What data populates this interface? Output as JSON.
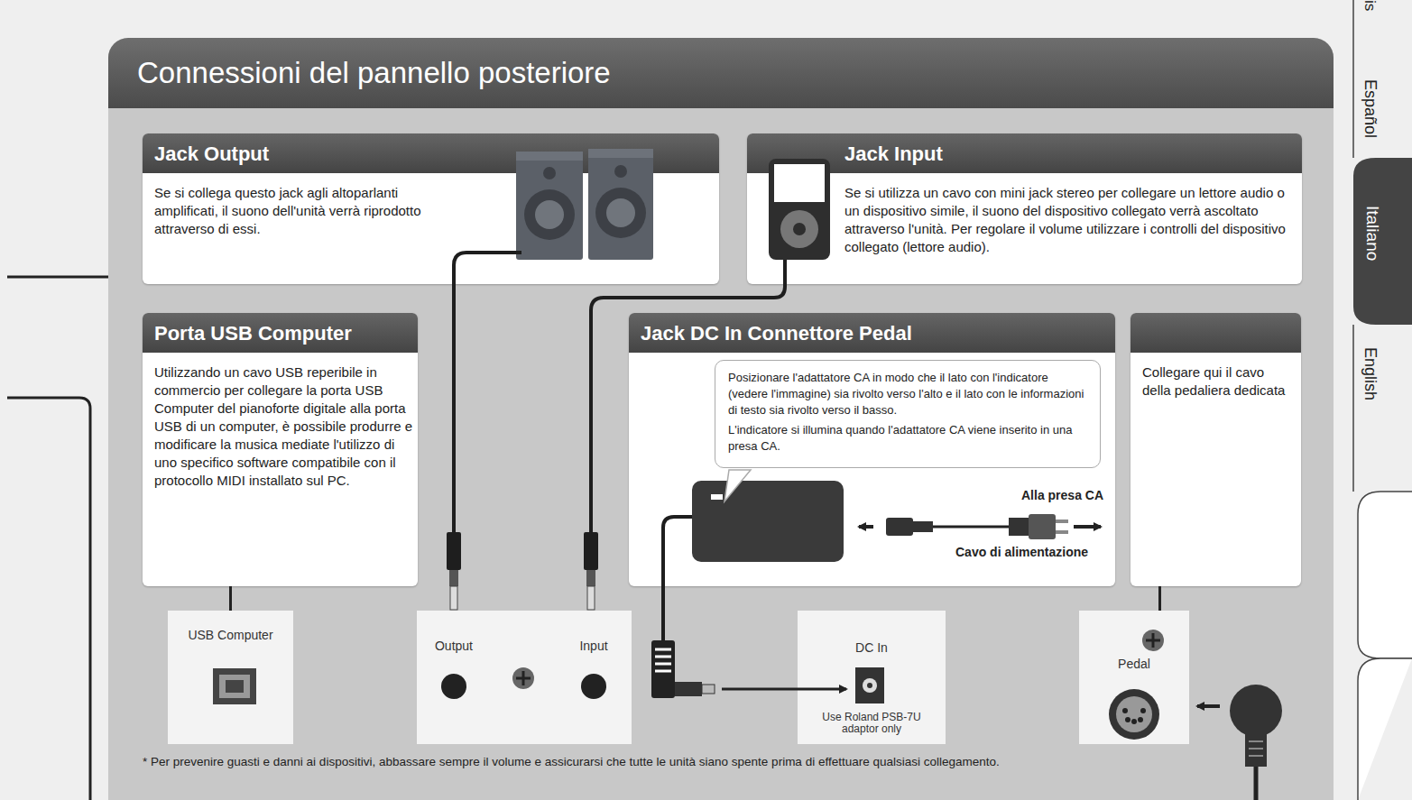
{
  "diagram": {
    "title": "Connessioni del pannello posteriore",
    "nodes": [
      {
        "text": [
          "Jack Output",
          "Se si collega questo jack agli altoparlanti amplificati, il suono dell'unità verrà riprodotto attraverso di essi."
        ]
      },
      {
        "text": [
          "Jack Input",
          "Se si utilizza un cavo con mini jack stereo per collegare un lettore audio o un dispositivo simile, il suono del dispositivo collegato verrà ascoltato attraverso l'unità. Per regolare il volume utilizzare i controlli del dispositivo collegato (lettore audio)."
        ]
      },
      {
        "text": [
          "Porta USB Computer",
          "Utilizzando un cavo USB reperibile in commercio per collegare la porta USB Computer del pianoforte digitale alla porta USB di un computer, è possibile produrre e modificare la musica mediate l'utilizzo di uno specifico software compatibile con il protocollo MIDI installato sul PC."
        ]
      },
      {
        "text": [
          "Jack DC In Connettore Pedal"
        ]
      },
      {
        "text": [
          "Posizionare l'adattatore CA in modo che il lato con l'indicatore (vedere l'immagine) sia rivolto verso l'alto e il lato con le informazioni di testo sia rivolto verso il basso.",
          "L'indicatore si illumina quando l'adattatore CA viene inserito in una presa CA."
        ],
        "in": 3
      },
      {
        "text": [
          "Collegare qui il cavo della pedaliera dedicata"
        ]
      },
      {
        "text": [
          "USB Computer"
        ]
      },
      {
        "text": [
          "Output",
          "Input"
        ]
      },
      {
        "text": [
          "DC In",
          "Use Roland PSB-7U adaptor only"
        ]
      },
      {
        "text": [
          "Pedal"
        ]
      }
    ],
    "edges": [
      {
        "from": 2,
        "to": 6,
        "arrow": "none"
      },
      {
        "from": 5,
        "to": 9,
        "arrow": "none"
      }
    ],
    "labels": [
      "Alla presa CA",
      "Cavo di alimentazione",
      "* Per prevenire guasti e danni ai dispositivi, abbassare sempre il volume e assicurarsi che tutte le unità siano spente prima di effettuare qualsiasi collegamento.",
      "is",
      "Español",
      "Italiano",
      "English"
    ]
  }
}
